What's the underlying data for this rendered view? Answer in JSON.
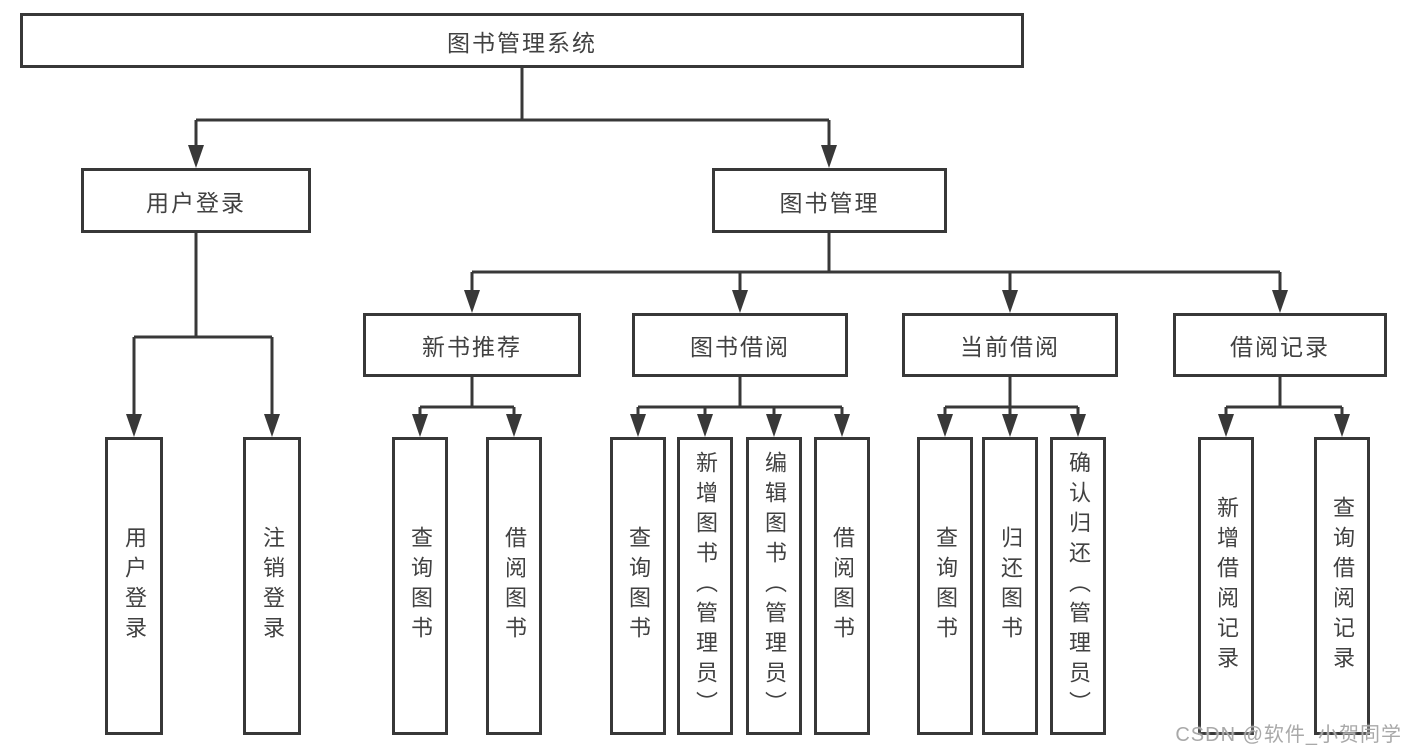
{
  "diagram": {
    "root": {
      "label": "图书管理系统"
    },
    "level1": [
      {
        "label": "用户登录"
      },
      {
        "label": "图书管理"
      }
    ],
    "level2": [
      {
        "label": "新书推荐",
        "parent": "图书管理"
      },
      {
        "label": "图书借阅",
        "parent": "图书管理"
      },
      {
        "label": "当前借阅",
        "parent": "图书管理"
      },
      {
        "label": "借阅记录",
        "parent": "图书管理"
      }
    ],
    "leaves": [
      {
        "label": "用户登录",
        "parent": "用户登录"
      },
      {
        "label": "注销登录",
        "parent": "用户登录"
      },
      {
        "label": "查询图书",
        "parent": "新书推荐"
      },
      {
        "label": "借阅图书",
        "parent": "新书推荐"
      },
      {
        "label": "查询图书",
        "parent": "图书借阅"
      },
      {
        "label": "新增图书（管理员）",
        "parent": "图书借阅"
      },
      {
        "label": "编辑图书（管理员）",
        "parent": "图书借阅"
      },
      {
        "label": "借阅图书",
        "parent": "图书借阅"
      },
      {
        "label": "查询图书",
        "parent": "当前借阅"
      },
      {
        "label": "归还图书",
        "parent": "当前借阅"
      },
      {
        "label": "确认归还（管理员）",
        "parent": "当前借阅"
      },
      {
        "label": "新增借阅记录",
        "parent": "借阅记录"
      },
      {
        "label": "查询借阅记录",
        "parent": "借阅记录"
      }
    ]
  },
  "watermark": "CSDN @软件_小贺同学",
  "colors": {
    "line": "#383838",
    "text": "#414141",
    "watermark": "#a9a9a9",
    "background": "#ffffff"
  }
}
